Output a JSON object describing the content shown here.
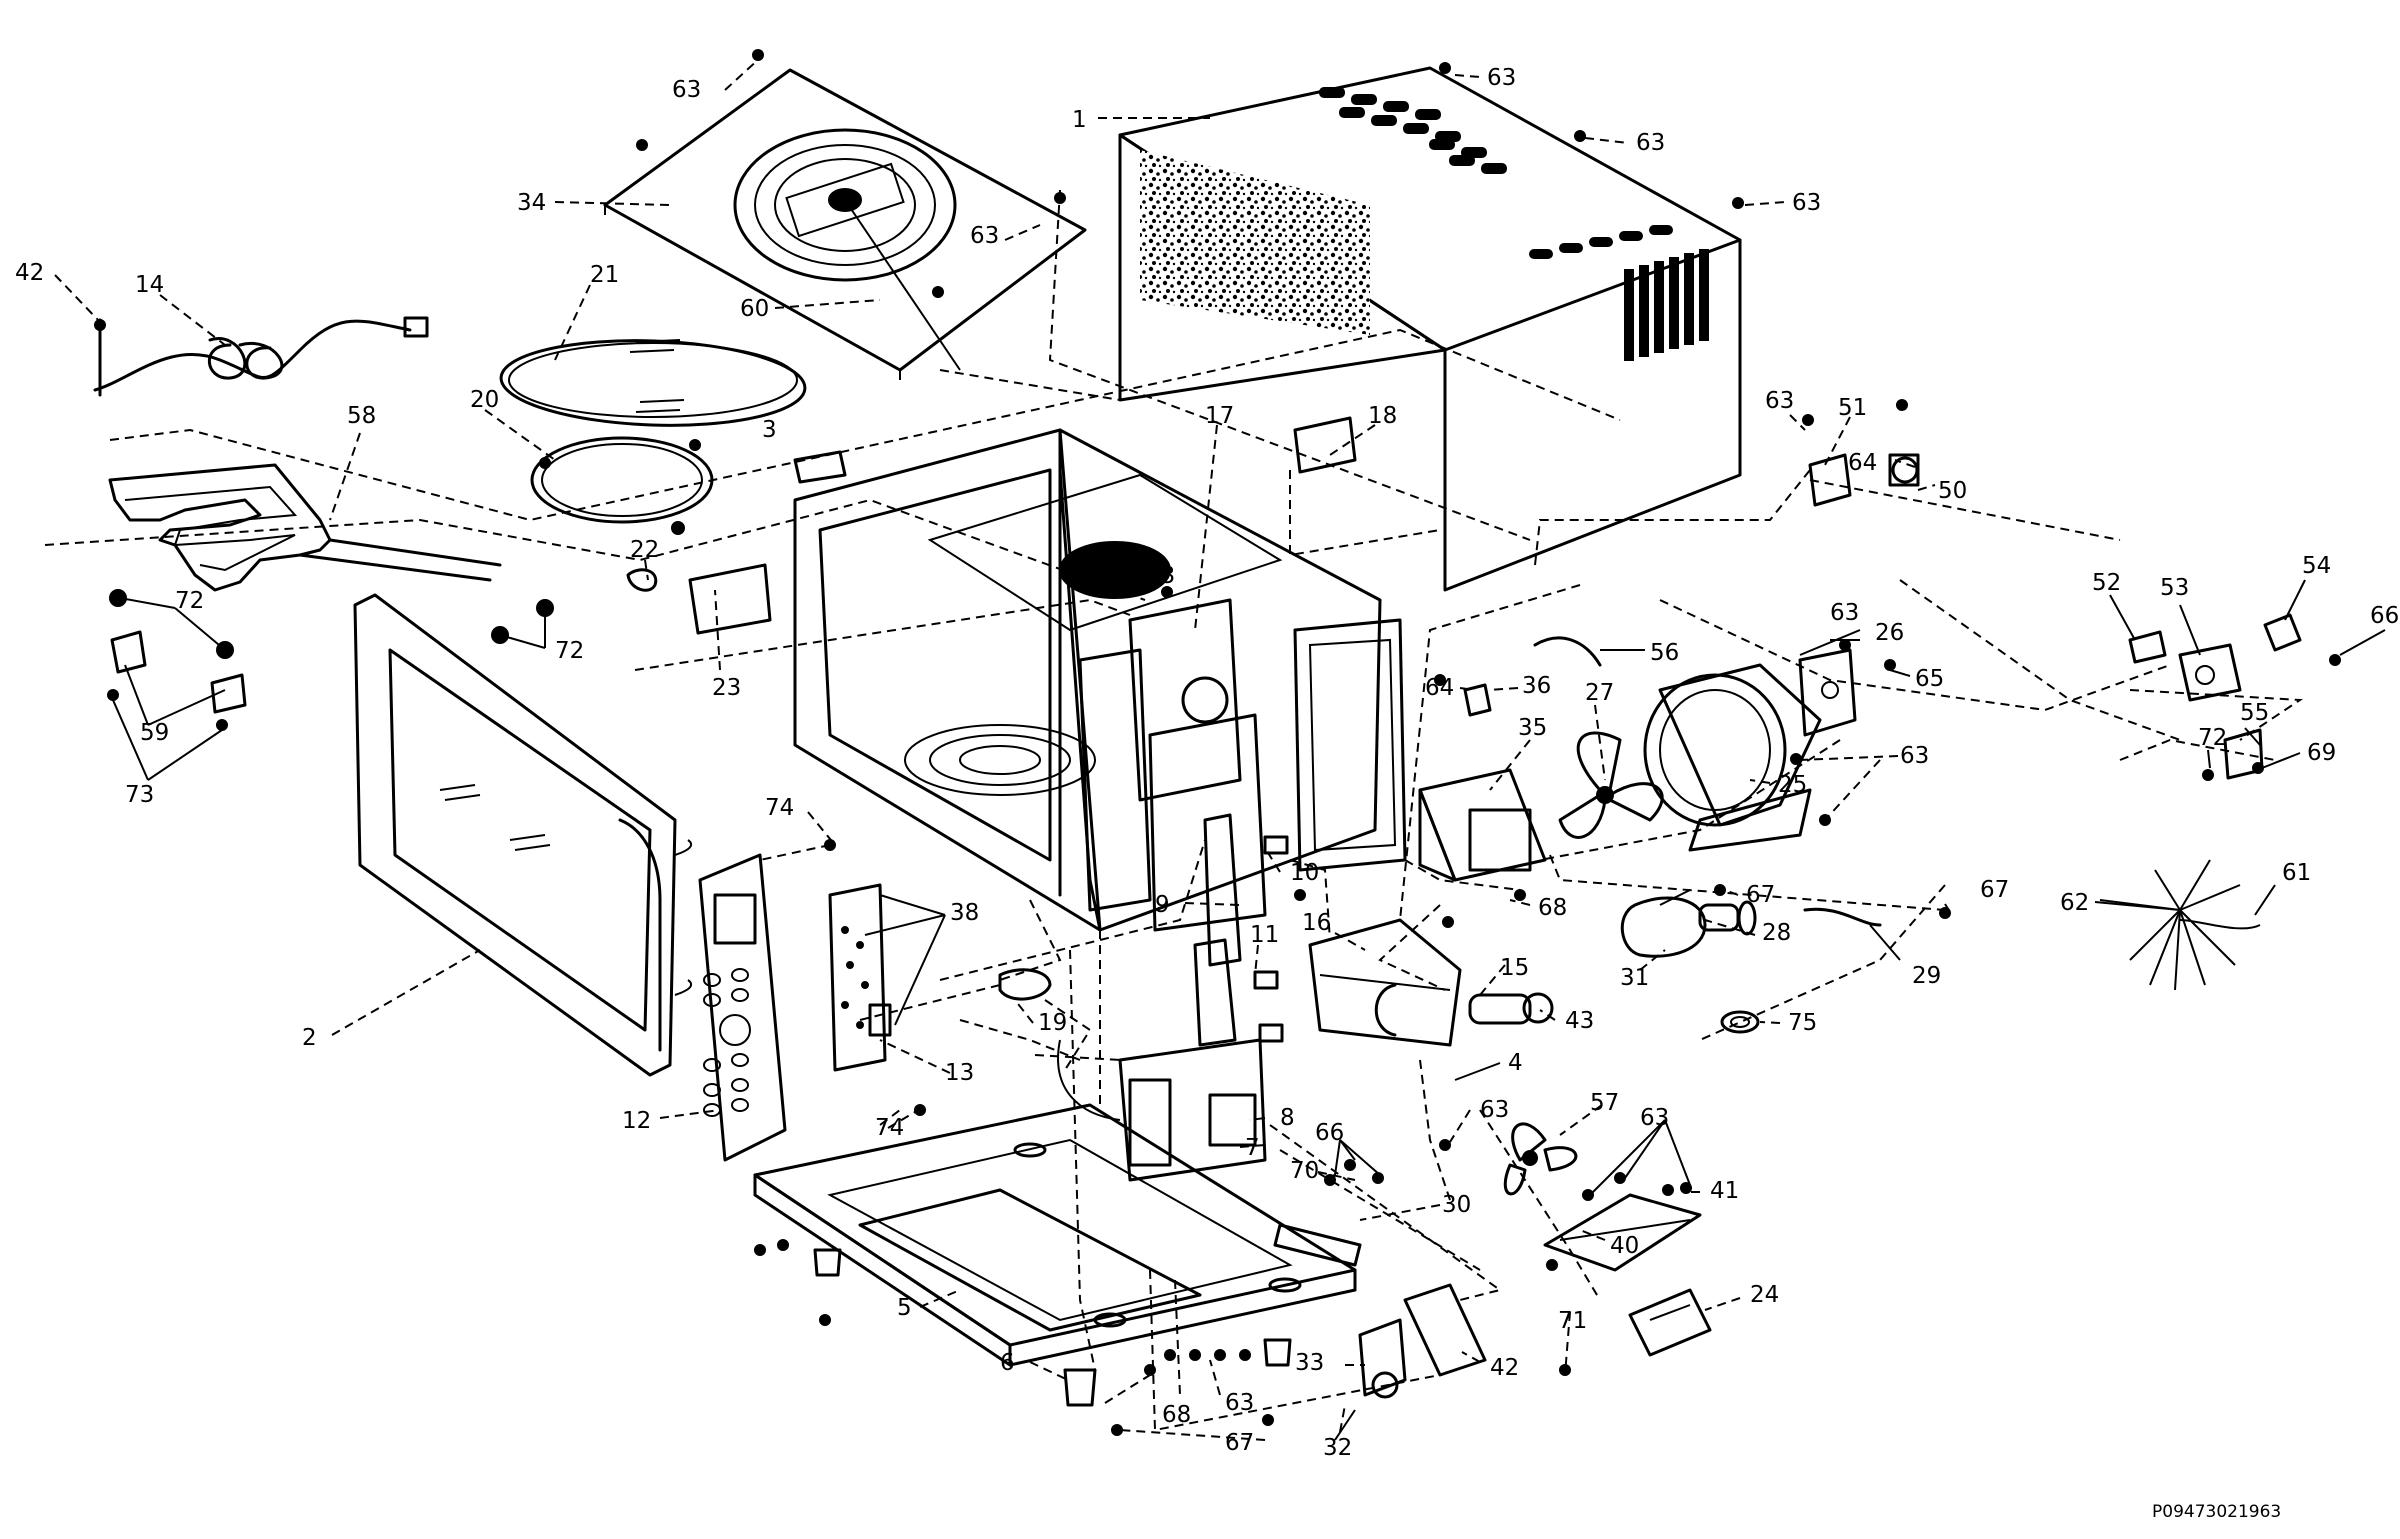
{
  "callouts": [
    {
      "n": "1"
    },
    {
      "n": "63"
    },
    {
      "n": "63"
    },
    {
      "n": "63"
    },
    {
      "n": "63"
    },
    {
      "n": "63"
    },
    {
      "n": "34"
    },
    {
      "n": "60"
    },
    {
      "n": "42"
    },
    {
      "n": "14"
    },
    {
      "n": "21"
    },
    {
      "n": "20"
    },
    {
      "n": "58"
    },
    {
      "n": "3"
    },
    {
      "n": "17"
    },
    {
      "n": "18"
    },
    {
      "n": "63"
    },
    {
      "n": "51"
    },
    {
      "n": "64"
    },
    {
      "n": "50"
    },
    {
      "n": "72"
    },
    {
      "n": "72"
    },
    {
      "n": "22"
    },
    {
      "n": "23"
    },
    {
      "n": "63"
    },
    {
      "n": "59"
    },
    {
      "n": "73"
    },
    {
      "n": "56"
    },
    {
      "n": "63"
    },
    {
      "n": "26"
    },
    {
      "n": "65"
    },
    {
      "n": "64"
    },
    {
      "n": "36"
    },
    {
      "n": "27"
    },
    {
      "n": "35"
    },
    {
      "n": "63"
    },
    {
      "n": "25"
    },
    {
      "n": "52"
    },
    {
      "n": "53"
    },
    {
      "n": "54"
    },
    {
      "n": "66"
    },
    {
      "n": "55"
    },
    {
      "n": "72"
    },
    {
      "n": "69"
    },
    {
      "n": "74"
    },
    {
      "n": "38"
    },
    {
      "n": "10"
    },
    {
      "n": "9"
    },
    {
      "n": "68"
    },
    {
      "n": "67"
    },
    {
      "n": "67"
    },
    {
      "n": "61"
    },
    {
      "n": "62"
    },
    {
      "n": "16"
    },
    {
      "n": "11"
    },
    {
      "n": "15"
    },
    {
      "n": "28"
    },
    {
      "n": "31"
    },
    {
      "n": "29"
    },
    {
      "n": "19"
    },
    {
      "n": "43"
    },
    {
      "n": "75"
    },
    {
      "n": "2"
    },
    {
      "n": "13"
    },
    {
      "n": "4"
    },
    {
      "n": "12"
    },
    {
      "n": "74"
    },
    {
      "n": "8"
    },
    {
      "n": "63"
    },
    {
      "n": "57"
    },
    {
      "n": "63"
    },
    {
      "n": "66"
    },
    {
      "n": "7"
    },
    {
      "n": "70"
    },
    {
      "n": "41"
    },
    {
      "n": "30"
    },
    {
      "n": "40"
    },
    {
      "n": "5"
    },
    {
      "n": "71"
    },
    {
      "n": "24"
    },
    {
      "n": "6"
    },
    {
      "n": "33"
    },
    {
      "n": "42"
    },
    {
      "n": "68"
    },
    {
      "n": "63"
    },
    {
      "n": "67"
    },
    {
      "n": "32"
    }
  ],
  "doc_code": "P09473021963",
  "colors": {
    "ink": "#000000",
    "paper": "#ffffff"
  }
}
